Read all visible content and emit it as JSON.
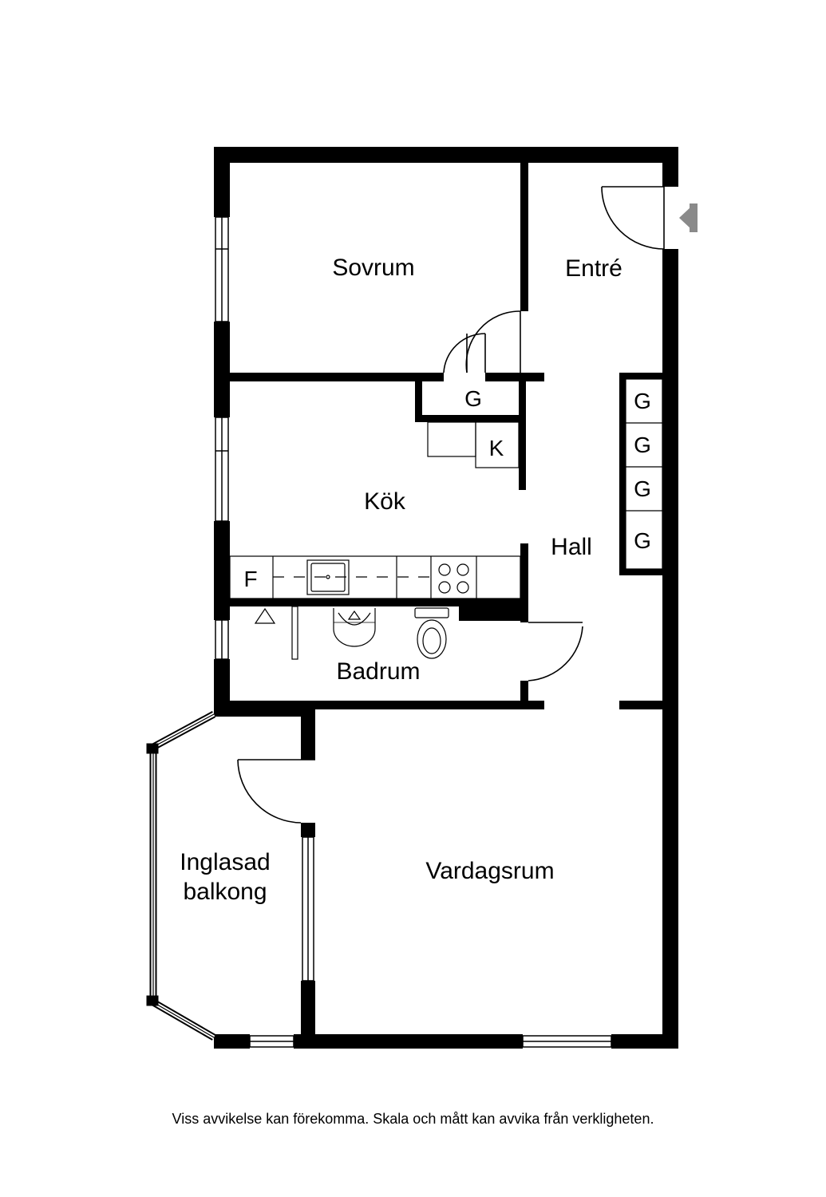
{
  "rooms": {
    "sovrum": "Sovrum",
    "entre": "Entré",
    "kok": "Kök",
    "hall": "Hall",
    "badrum": "Badrum",
    "vardagsrum": "Vardagsrum",
    "balkong_line1": "Inglasad",
    "balkong_line2": "balkong"
  },
  "fixtures": {
    "closet_kitchen": "G",
    "fridge": "K",
    "freezer": "F",
    "hall_closets": [
      "G",
      "G",
      "G",
      "G"
    ]
  },
  "icons": {
    "entrance": "entrance-arrow-icon"
  },
  "colors": {
    "wall": "#000000",
    "line": "#000000",
    "entrance_marker": "#8a8a8a",
    "background": "#ffffff"
  },
  "footer": {
    "disclaimer": "Viss avvikelse kan förekomma. Skala och mått kan avvika från verkligheten."
  }
}
